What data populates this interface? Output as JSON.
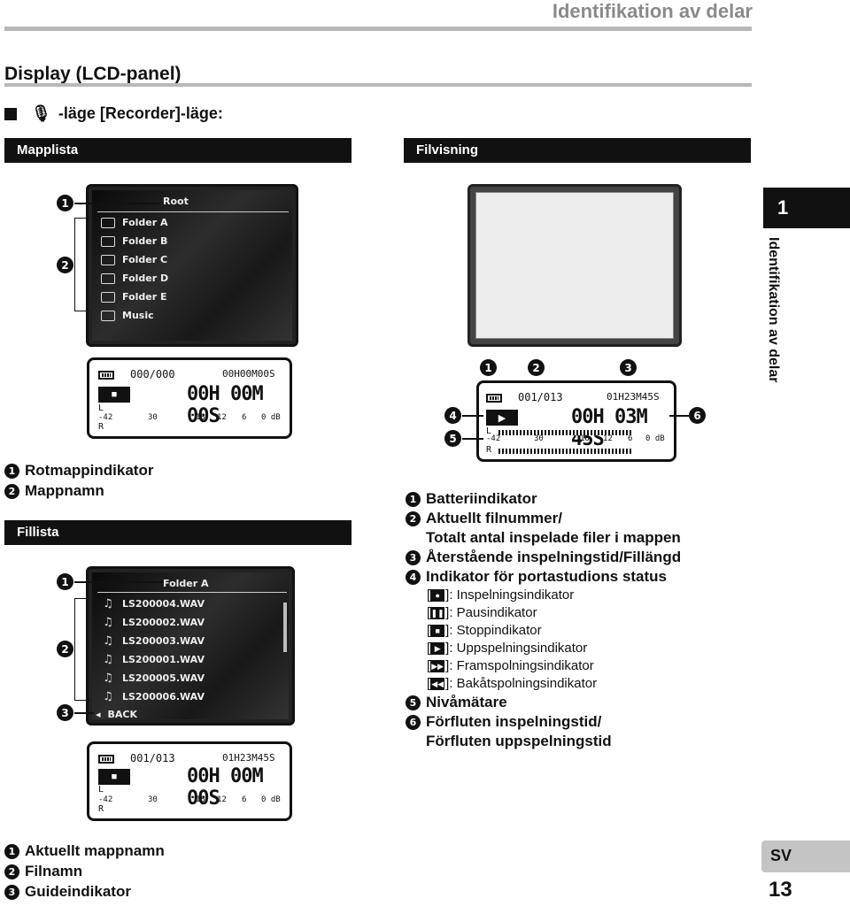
{
  "header": {
    "title": "Identifikation av delar"
  },
  "section": {
    "title": "Display (LCD-panel)",
    "mode_heading": "-läge [Recorder]-läge:"
  },
  "bars": {
    "mapplista": "Mapplista",
    "filvisning": "Filvisning",
    "fillista": "Fillista"
  },
  "folder_screen": {
    "root": "Root",
    "folders": [
      "Folder A",
      "Folder B",
      "Folder C",
      "Folder D",
      "Folder E",
      "Music"
    ]
  },
  "file_screen": {
    "folder": "Folder A",
    "files": [
      "LS200004.WAV",
      "LS200002.WAV",
      "LS200003.WAV",
      "LS200001.WAV",
      "LS200005.WAV",
      "LS200006.WAV"
    ],
    "back": "BACK"
  },
  "lcd1": {
    "count": "000/000",
    "time": "00H00M00S",
    "big": "00H 00M 00S",
    "scale": [
      "-42",
      "30",
      "18",
      "12",
      "6",
      "0 dB"
    ],
    "l": "L",
    "r": "R"
  },
  "lcd2": {
    "count": "001/013",
    "time": "01H23M45S",
    "big": "00H 03M 45S",
    "scale": [
      "-42",
      "30",
      "18",
      "12",
      "6",
      "0 dB"
    ],
    "l": "L",
    "r": "R"
  },
  "lcd3": {
    "count": "001/013",
    "time": "01H23M45S",
    "big": "00H 00M 00S",
    "scale": [
      "-42",
      "30",
      "18",
      "12",
      "6",
      "0 dB"
    ],
    "l": "L",
    "r": "R"
  },
  "callouts": [
    "1",
    "2",
    "3",
    "4",
    "5",
    "6"
  ],
  "legend_folder": [
    "Rotmappindikator",
    "Mappnamn"
  ],
  "legend_file": [
    "Aktuellt mappnamn",
    "Filnamn",
    "Guideindikator"
  ],
  "legend_display": {
    "items": [
      "Batteriindikator",
      "Aktuellt filnummer/",
      "Återstående inspelningstid/Fillängd",
      "Indikator för portastudions status",
      "Nivåmätare",
      "Förfluten inspelningstid/"
    ],
    "item2_cont": "Totalt antal inspelade filer i mappen",
    "item6_cont": "Förfluten uppspelningstid",
    "status": [
      "]: Inspelningsindikator",
      "]: Pausindikator",
      "]: Stoppindikator",
      "]: Uppspelningsindikator",
      "]: Framspolningsindikator",
      "]: Bakåtspolningsindikator"
    ]
  },
  "side": {
    "tab": "1",
    "text": "Identifikation av delar"
  },
  "footer": {
    "lang": "SV",
    "page": "13"
  }
}
